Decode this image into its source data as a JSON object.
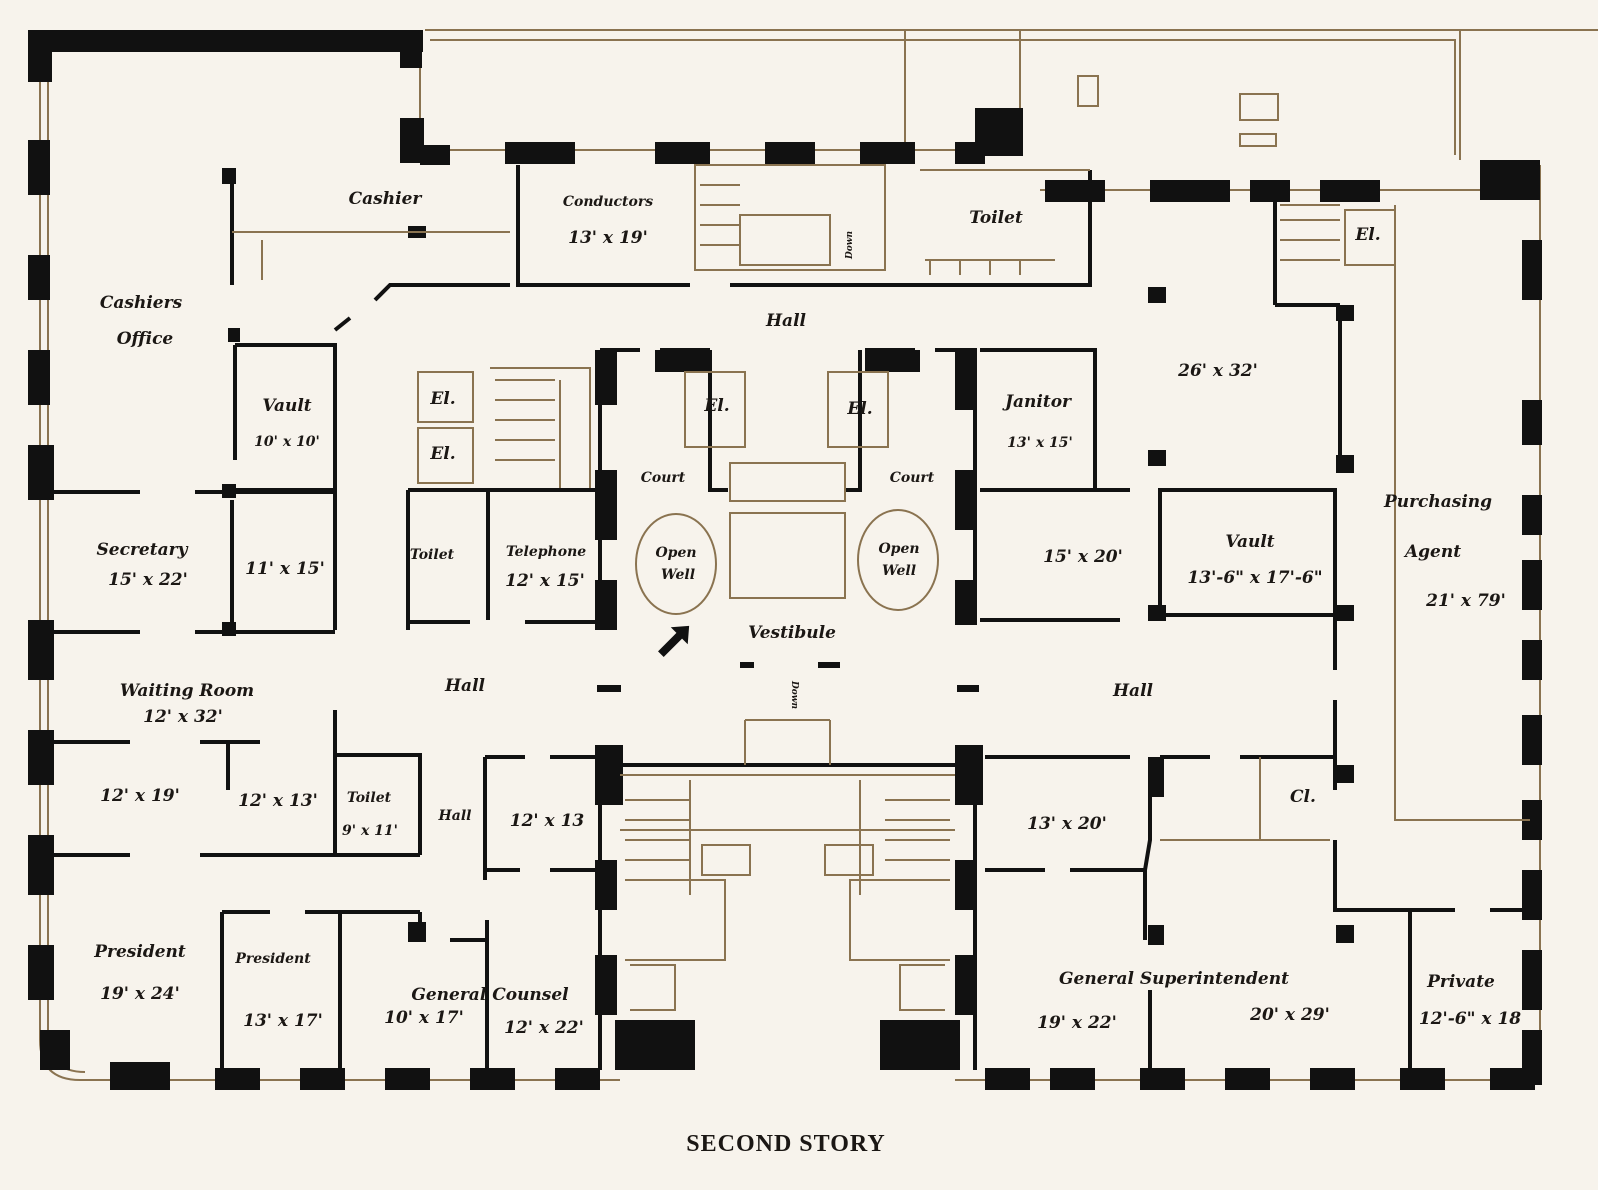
{
  "title": "SECOND STORY",
  "labels": [
    "Cashier",
    "Conductors",
    "13' x 19'",
    "Toilet",
    "Cashiers",
    "Office",
    "Hall",
    "Vault",
    "10' x 10'",
    "El.",
    "El.",
    "El.",
    "El.",
    "Janitor",
    "13' x 15'",
    "26' x 32'",
    "El.",
    "Court",
    "Court",
    "Secretary",
    "15' x 22'",
    "11' x 15'",
    "Toilet",
    "Telephone",
    "12' x 15'",
    "Open",
    "Well",
    "Open",
    "Well",
    "15' x 20'",
    "Vault",
    "13'-6\" x 17'-6\"",
    "Purchasing",
    "Agent",
    "21' x 79'",
    "Vestibule",
    "Hall",
    "Hall",
    "Waiting Room",
    "12' x 32'",
    "12' x 19'",
    "12' x 13'",
    "Toilet",
    "9' x 11'",
    "Hall",
    "12' x 13",
    "13' x 20'",
    "Cl.",
    "President",
    "19' x 24'",
    "President",
    "13' x 17'",
    "General Counsel",
    "10' x 17'",
    "12' x 22'",
    "General Superintendent",
    "19' x 22'",
    "20' x 29'",
    "Private",
    "12'-6\" x 18",
    "Down",
    "Down"
  ],
  "arrow_icon": "arrow-up-right-icon",
  "colors": {
    "paper": "#f7f3ec",
    "ink": "#111111",
    "sepia": "#8a7350"
  }
}
